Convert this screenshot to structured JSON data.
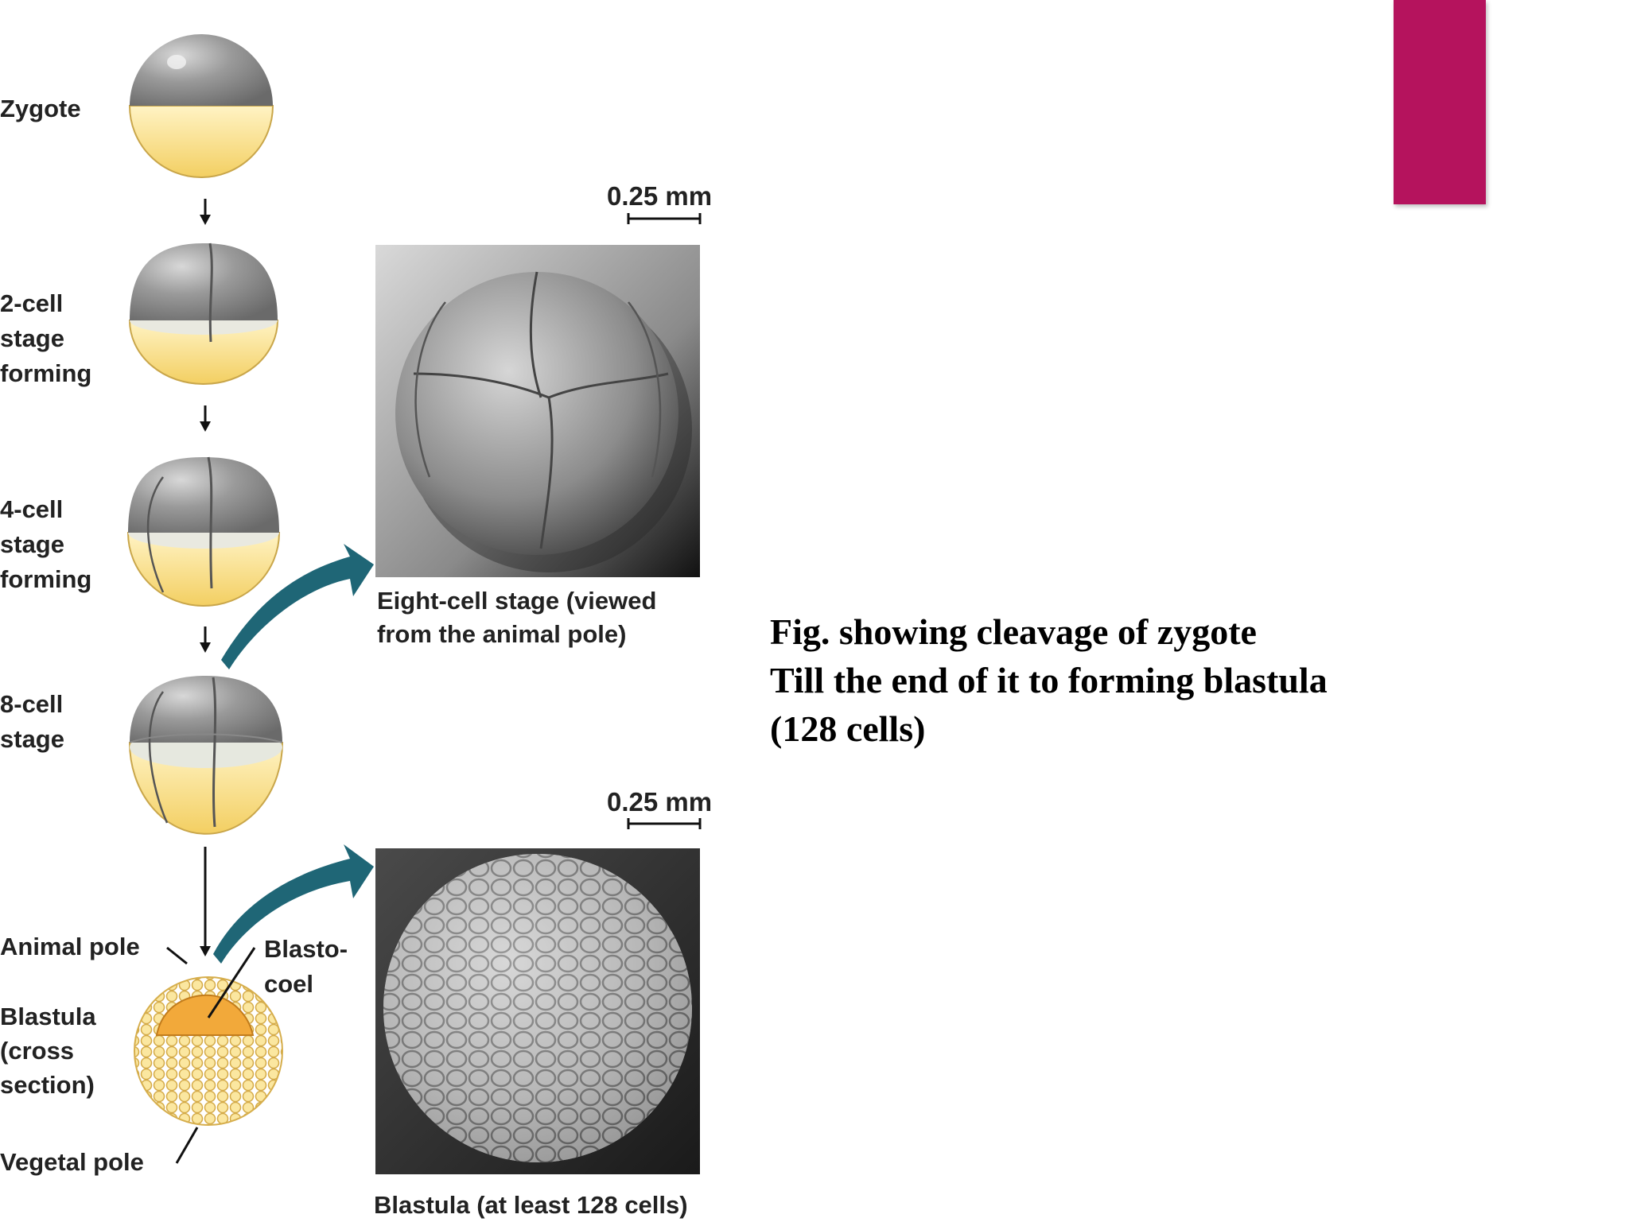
{
  "stages": {
    "zygote": "Zygote",
    "two_cell": [
      "2-cell",
      "stage",
      "forming"
    ],
    "four_cell": [
      "4-cell",
      "stage",
      "forming"
    ],
    "eight_cell": [
      "8-cell",
      "stage"
    ]
  },
  "blastula_labels": {
    "animal_pole": "Animal pole",
    "blastocoel": [
      "Blasto-",
      "coel"
    ],
    "blastula": [
      "Blastula",
      "(cross",
      "section)"
    ],
    "vegetal_pole": "Vegetal pole"
  },
  "micrographs": {
    "eight_cell": {
      "scale": "0.25 mm",
      "caption": [
        "Eight-cell stage (viewed",
        "from the animal pole)"
      ]
    },
    "blastula": {
      "scale": "0.25 mm",
      "caption": "Blastula (at least 128 cells)"
    }
  },
  "figure_caption": [
    "Fig. showing cleavage of zygote",
    "Till the end of it to forming blastula",
    "(128 cells)"
  ],
  "colors": {
    "accent": "#b5135d",
    "yolk": "#f6d87a",
    "animal_half": "#8e8e8e",
    "arrow": "#1f6676"
  }
}
